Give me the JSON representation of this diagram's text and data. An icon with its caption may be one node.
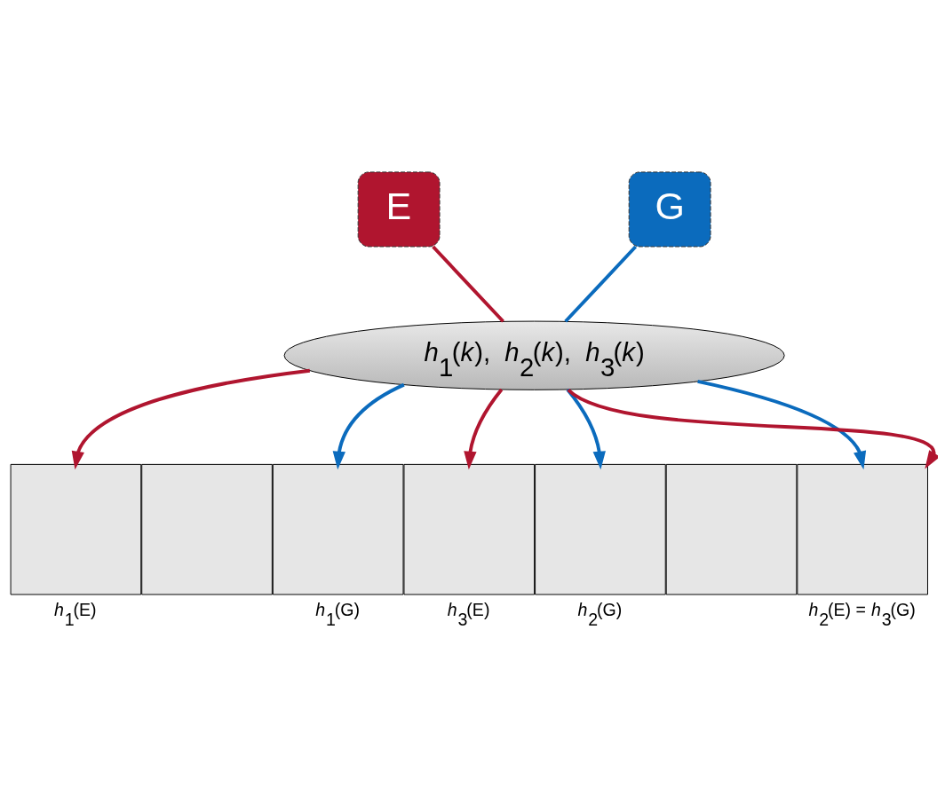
{
  "diagram": {
    "nodes": [
      {
        "text": [
          "E"
        ]
      },
      {
        "text": [
          "G"
        ]
      },
      {
        "text": [
          "*h*$_{1}$(*k*),  *h*$_{2}$(*k*),  *h*$_{3}$(*k*)"
        ]
      },
      {
        "text": [],
        "shape": "box",
        "beside": [
          "*h*$_{1}$(E)"
        ]
      },
      {
        "text": [],
        "shape": "box"
      },
      {
        "text": [],
        "shape": "box",
        "beside": [
          "*h*$_{1}$(G)"
        ]
      },
      {
        "text": [],
        "shape": "box",
        "beside": [
          "*h*$_{3}$(E)"
        ]
      },
      {
        "text": [],
        "shape": "box",
        "beside": [
          "*h*$_{2}$(G)"
        ]
      },
      {
        "text": [],
        "shape": "box"
      },
      {
        "text": [],
        "shape": "box",
        "beside": [
          "*h*$_{2}$(E) = *h*$_{3}$(G)"
        ]
      }
    ],
    "edges": [
      {
        "from": 0,
        "to": 2,
        "arrow": "none",
        "color": "#b0152f"
      },
      {
        "from": 1,
        "to": 2,
        "arrow": "none",
        "color": "#0b6bbd"
      },
      {
        "from": 2,
        "to": 3,
        "arrow": "to",
        "color": "#b0152f"
      },
      {
        "from": 2,
        "to": 5,
        "arrow": "to",
        "color": "#0b6bbd"
      },
      {
        "from": 2,
        "to": 6,
        "arrow": "to",
        "color": "#b0152f"
      },
      {
        "from": 2,
        "to": 7,
        "arrow": "to",
        "color": "#0b6bbd"
      },
      {
        "from": 2,
        "to": 9,
        "arrow": "to",
        "color": "#0b6bbd"
      },
      {
        "from": 2,
        "to": 9,
        "arrow": "to",
        "color": "#b0152f"
      }
    ]
  }
}
